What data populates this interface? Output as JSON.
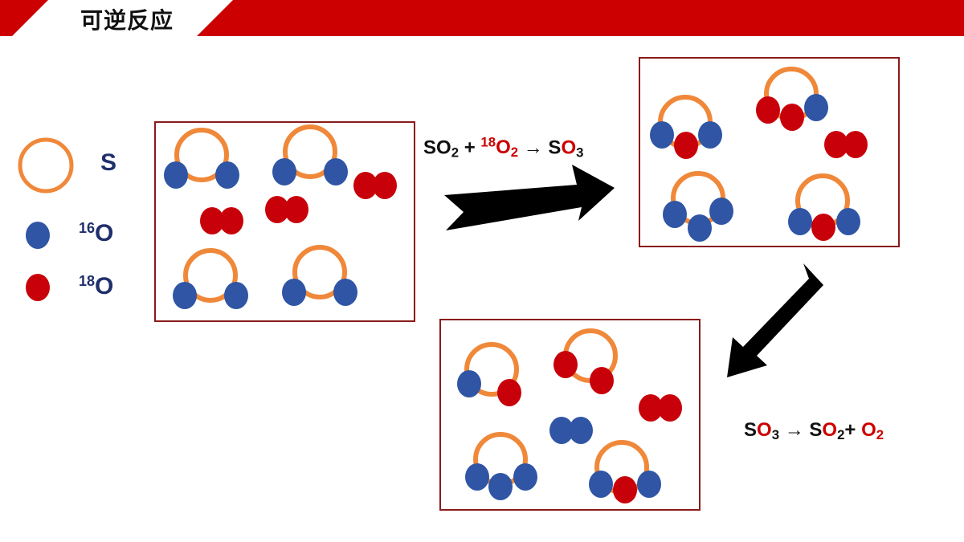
{
  "header": {
    "title": "可逆反应"
  },
  "legend": {
    "sulfur_label": "S",
    "o16_label": {
      "mass": "16",
      "symbol": "O"
    },
    "o18_label": {
      "mass": "18",
      "symbol": "O"
    }
  },
  "equation_forward": {
    "so2": "SO",
    "so2_sub": "2",
    "plus": "+",
    "o18_mass": "18",
    "o18": "O",
    "o18_sub": "2",
    "arrow": "→",
    "so3_s": "S",
    "so3_o": "O",
    "so3_sub": "3"
  },
  "equation_reverse": {
    "so3_s": "S",
    "so3_o": "O",
    "so3_sub": "3",
    "arrow": "→",
    "so2_s": "S",
    "so2_o": "O",
    "so2_sub": "2",
    "plus": "+",
    "o2": "O",
    "o2_sub": "2"
  },
  "colors": {
    "header_red": "#cc0000",
    "sulfur_orange": "#f0883a",
    "o16_blue": "#2f55a4",
    "o18_red": "#c8000a",
    "box_border": "#8b1a1a",
    "label_navy": "#1f2f6b"
  }
}
